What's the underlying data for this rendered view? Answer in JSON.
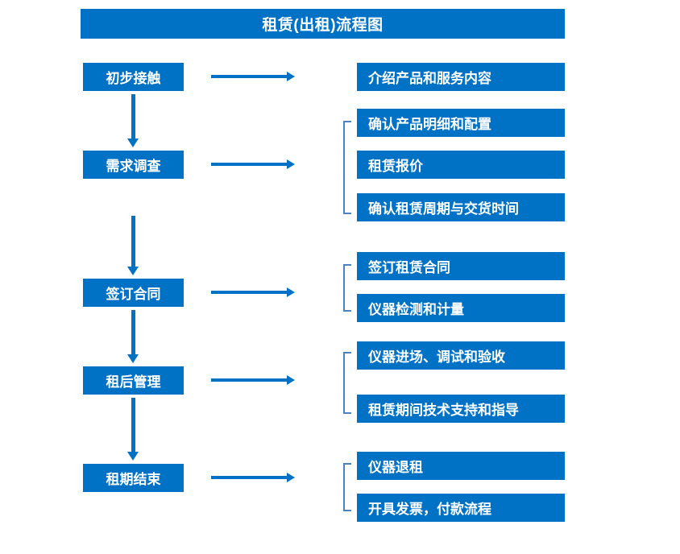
{
  "header": {
    "title": "租赁(出租)流程图"
  },
  "colors": {
    "box_blue": "#0072C6",
    "bracket_blue": "#4A82C4",
    "text_white": "#FFFFFF",
    "background": "#FFFFFF"
  },
  "stages": [
    {
      "label": "初步接触"
    },
    {
      "label": "需求调查"
    },
    {
      "label": "签订合同"
    },
    {
      "label": "租后管理"
    },
    {
      "label": "租期结束"
    }
  ],
  "details": [
    {
      "label": "介绍产品和服务内容"
    },
    {
      "label": "确认产品明细和配置"
    },
    {
      "label": "租赁报价"
    },
    {
      "label": "确认租赁周期与交货时间"
    },
    {
      "label": "签订租赁合同"
    },
    {
      "label": "仪器检测和计量"
    },
    {
      "label": "仪器进场、调试和验收"
    },
    {
      "label": "租赁期间技术支持和指导"
    },
    {
      "label": "仪器退租"
    },
    {
      "label": "开具发票，付款流程"
    }
  ],
  "connectors": {
    "horizontal_arrow_count": 5,
    "vertical_arrow_count": 4,
    "bracket_count": 4
  }
}
